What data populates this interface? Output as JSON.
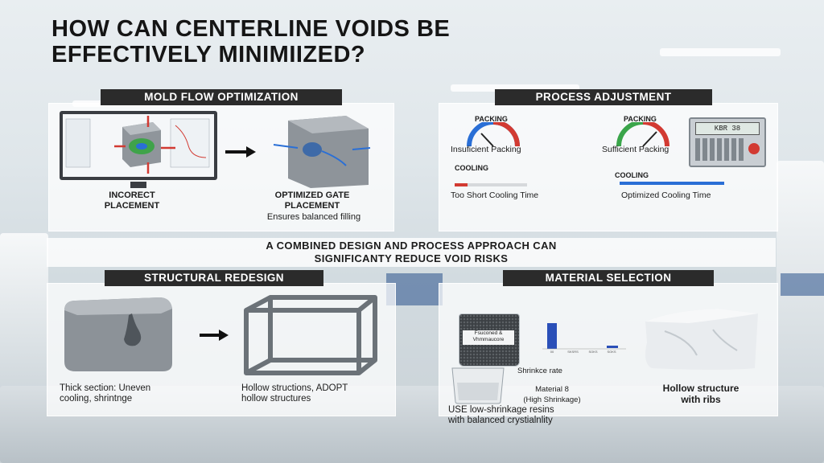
{
  "title_line1": "HOW CAN CENTERLINE VOIDS BE",
  "title_line2": "EFFECTIVELY MINIMIIZED?",
  "mold_flow": {
    "heading": "MOLD FLOW OPTIMIZATION",
    "incorrect_label": "INCORECT\nPLACEMENT",
    "optimized_label": "OPTIMIZED GATE\nPLACEMENT",
    "caption": "Ensures balanced filling"
  },
  "process": {
    "heading": "PROCESS ADJUSTMENT",
    "packing_left_title": "PACKING",
    "packing_left_caption": "Insuficient Packing",
    "packing_right_title": "PACKING",
    "packing_right_caption": "Sufficient Packing",
    "cooling_left_title": "COOLING",
    "cooling_left_caption": "Too Short Cooling Time",
    "cooling_right_title": "COOLING",
    "cooling_right_caption": "Optimized Cooling Time",
    "controller_display": "KBR 38"
  },
  "banner_line1": "A COMBINED DESIGN AND PROCESS APPROACH CAN",
  "banner_line2": "SIGNIFICANTY REDUCE VOID RISKS",
  "structural": {
    "heading": "STRUCTURAL REDESIGN",
    "left_caption": "Thick section: Uneven\ncooling, shrintnge",
    "right_caption": "Hollow structions, ADOPT\nhollow structures"
  },
  "material": {
    "heading": "MATERIAL SELECTION",
    "beaker_label": "Fsuconed &\nVhmmaucore",
    "shrinkage_label": "Shrinkce rate",
    "material_label": "Material 8\n(High Shrinkage)",
    "caption": "USE low-shrinkage resins\nwith balanced crystialnlity",
    "right_caption": "Hollow structure\nwith ribs"
  },
  "colors": {
    "accent_blue": "#2a6fd6",
    "red": "#d23a32",
    "gauge_green": "#3aa54a",
    "dark_label": "#2b2b2b"
  }
}
